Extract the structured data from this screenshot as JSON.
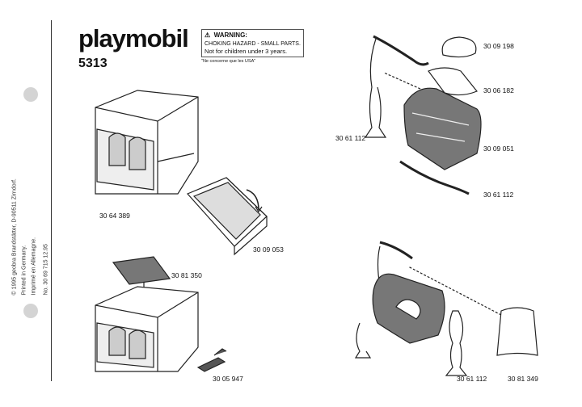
{
  "brand": {
    "logo_text": "playmobil",
    "set_number": "5313"
  },
  "warning": {
    "icon": "warning-triangle-icon",
    "title": "WARNING:",
    "line1": "CHOKING HAZARD - SMALL PARTS.",
    "line2": "Not for children under 3 years.",
    "note": "\"Ne concerne que les USA\""
  },
  "imprint": {
    "line1": "© 1995 geobra Brandstätter, D-90511 Zirndorf.",
    "line2": "Printed in Germany.",
    "line3": "Imprimé en Allemagne.",
    "line4": "No. 30 69 715   12.95"
  },
  "parts": {
    "cabinet": "30 64 389",
    "drawer": "30 09 053",
    "mat": "30 81 350",
    "key": "30 05 947",
    "pillow": "30 09 198",
    "blanket": "30 06 182",
    "stand_left": "30 61 112",
    "cradle": "30 09 051",
    "crossbar": "30 61 112",
    "stand_final": "30 61 112",
    "canopy": "30 81 349"
  }
}
